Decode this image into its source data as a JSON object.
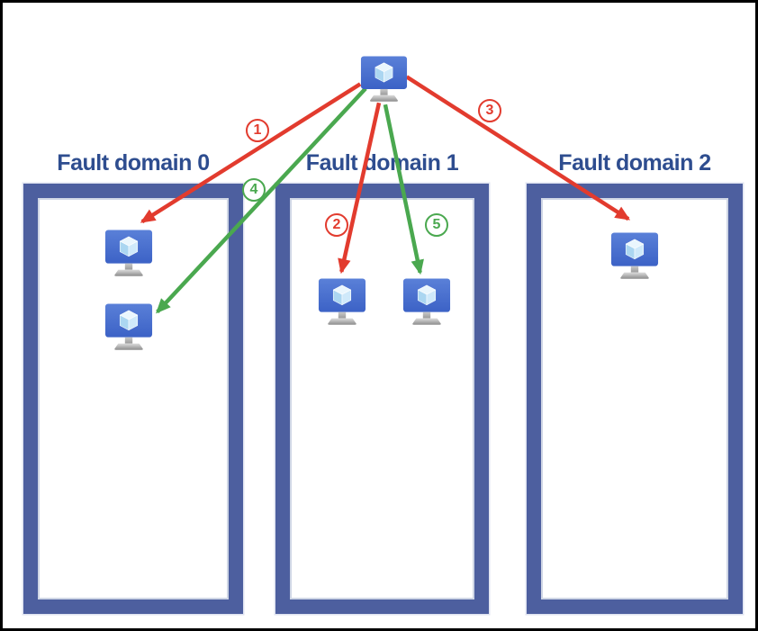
{
  "colors": {
    "frame_border": "#000000",
    "arrow_red": "#e23b2e",
    "arrow_green": "#4aa84f",
    "box_border": "#4d5f9f",
    "box_inner_edge": "#cfd6e5",
    "box_outer_edge": "#dfe3f0",
    "domain_label": "#2e4d8f",
    "vm_screen_top": "#5a80d8",
    "vm_screen_bottom": "#3c62c6",
    "cube_top": "#eaf6fd",
    "cube_left": "#abd6f1",
    "cube_right": "#cfe9fa",
    "stand_light": "#dcdcdc",
    "stand_dark": "#8c8c8c"
  },
  "diagram": {
    "source_vm": {
      "icon": "azure-vm-icon"
    },
    "fault_domains": [
      {
        "label": "Fault domain 0",
        "vm_count": 2
      },
      {
        "label": "Fault domain 1",
        "vm_count": 2
      },
      {
        "label": "Fault domain 2",
        "vm_count": 1
      }
    ],
    "placement_steps": [
      {
        "label": "1",
        "color": "red",
        "target": "fault-domain-0-vm-1"
      },
      {
        "label": "2",
        "color": "red",
        "target": "fault-domain-1-vm-1"
      },
      {
        "label": "3",
        "color": "red",
        "target": "fault-domain-2-vm-1"
      },
      {
        "label": "4",
        "color": "green",
        "target": "fault-domain-0-vm-2"
      },
      {
        "label": "5",
        "color": "green",
        "target": "fault-domain-1-vm-2"
      }
    ]
  }
}
